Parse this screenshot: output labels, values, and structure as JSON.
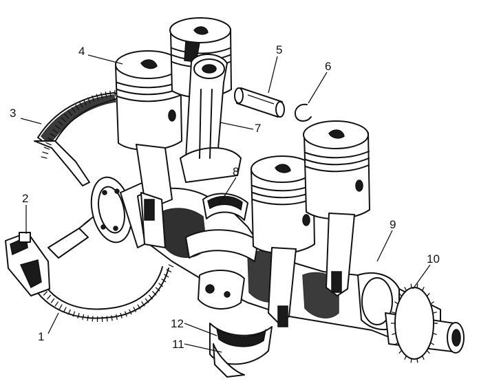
{
  "labels": {
    "l1": "1",
    "l2": "2",
    "l3": "3",
    "l4": "4",
    "l5": "5",
    "l6": "6",
    "l7": "7",
    "l8": "8",
    "l9": "9",
    "l10": "10",
    "l11": "11",
    "l12": "12"
  },
  "icons": [
    "flywheel-ring-gear",
    "flywheel-bolt",
    "piston",
    "piston-pin",
    "circlip",
    "connecting-rod",
    "main-bearing-shell",
    "crankshaft",
    "timing-gear",
    "bearing-cap",
    "bolt"
  ]
}
